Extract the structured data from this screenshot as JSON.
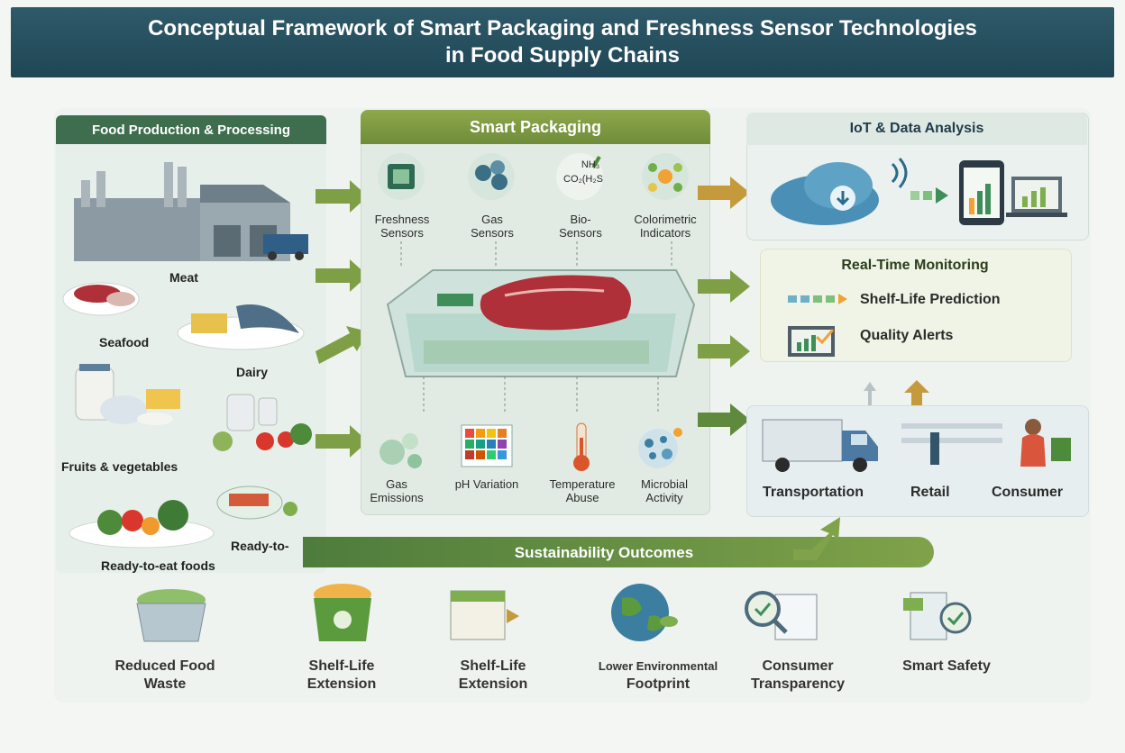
{
  "title": {
    "line1": "Conceptual Framework of Smart Packaging and Freshness Sensor Technologies",
    "line2": "in Food Supply Chains"
  },
  "production": {
    "heading": "Food Production & Processing",
    "items": {
      "meat": "Meat",
      "seafood": "Seafood",
      "dairy": "Dairy",
      "fruits": "Fruits & vegetables",
      "ready_partial": "Ready-to-",
      "ready": "Ready-to-eat foods"
    }
  },
  "smart_packaging": {
    "heading": "Smart Packaging",
    "chem_line1": "NH₃",
    "chem_line2": "CO₂(H₂S",
    "sensors": [
      {
        "line1": "Freshness",
        "line2": "Sensors"
      },
      {
        "line1": "Gas",
        "line2": "Sensors"
      },
      {
        "line1": "Bio-",
        "line2": "Sensors"
      },
      {
        "line1": "Colorimetric",
        "line2": "Indicators"
      }
    ],
    "signals": [
      {
        "line1": "Gas",
        "line2": "Emissions"
      },
      {
        "line1": "pH Variation",
        "line2": ""
      },
      {
        "line1": "Temperature",
        "line2": "Abuse"
      },
      {
        "line1": "Microbial",
        "line2": "Activity"
      }
    ]
  },
  "iot": {
    "heading": "IoT & Data Analysis"
  },
  "monitoring": {
    "heading": "Real-Time Monitoring",
    "item1": "Shelf-Life Prediction",
    "item2": "Quality Alerts"
  },
  "distribution": {
    "transportation": "Transportation",
    "retail": "Retail",
    "consumer": "Consumer"
  },
  "sustainability": {
    "heading": "Sustainability Outcomes",
    "outcomes": [
      {
        "line1": "Reduced Food",
        "line2": "Waste"
      },
      {
        "line1": "Shelf-Life",
        "line2": "Extension"
      },
      {
        "line1": "Shelf-Life",
        "line2": "Extension"
      },
      {
        "line1": "Lower Environmental",
        "line2": "Footprint"
      },
      {
        "line1": "Consumer",
        "line2": "Transparency"
      },
      {
        "line1": "Smart Safety",
        "line2": ""
      }
    ]
  },
  "colors": {
    "title_bg": "#1f4655",
    "green_dark": "#3f6e4e",
    "green_light": "#8ea84b",
    "meat_red": "#b0303a"
  }
}
